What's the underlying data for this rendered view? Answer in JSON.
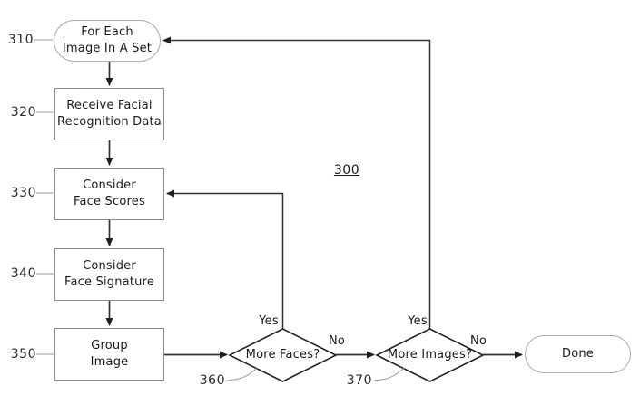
{
  "figure": {
    "number": "300"
  },
  "nodes": {
    "start": {
      "ref": "310",
      "line1": "For Each",
      "line2": "Image In A Set"
    },
    "receive": {
      "ref": "320",
      "line1": "Receive Facial",
      "line2": "Recognition Data"
    },
    "scores": {
      "ref": "330",
      "line1": "Consider",
      "line2": "Face Scores"
    },
    "signature": {
      "ref": "340",
      "line1": "Consider",
      "line2": "Face Signature"
    },
    "group": {
      "ref": "350",
      "line1": "Group",
      "line2": "Image"
    },
    "more_faces": {
      "ref": "360",
      "label": "More Faces?"
    },
    "more_images": {
      "ref": "370",
      "label": "More Images?"
    },
    "done": {
      "label": "Done"
    }
  },
  "edge_labels": {
    "more_faces_yes": "Yes",
    "more_faces_no": "No",
    "more_images_yes": "Yes",
    "more_images_no": "No"
  },
  "colors": {
    "background": "#ffffff",
    "flow_line": "#333333",
    "box_border": "#8c8c8c",
    "terminator_border": "#adadad",
    "diamond_border": "#222222",
    "leader_line": "#9a9a9a",
    "text": "#1a1a1a"
  }
}
